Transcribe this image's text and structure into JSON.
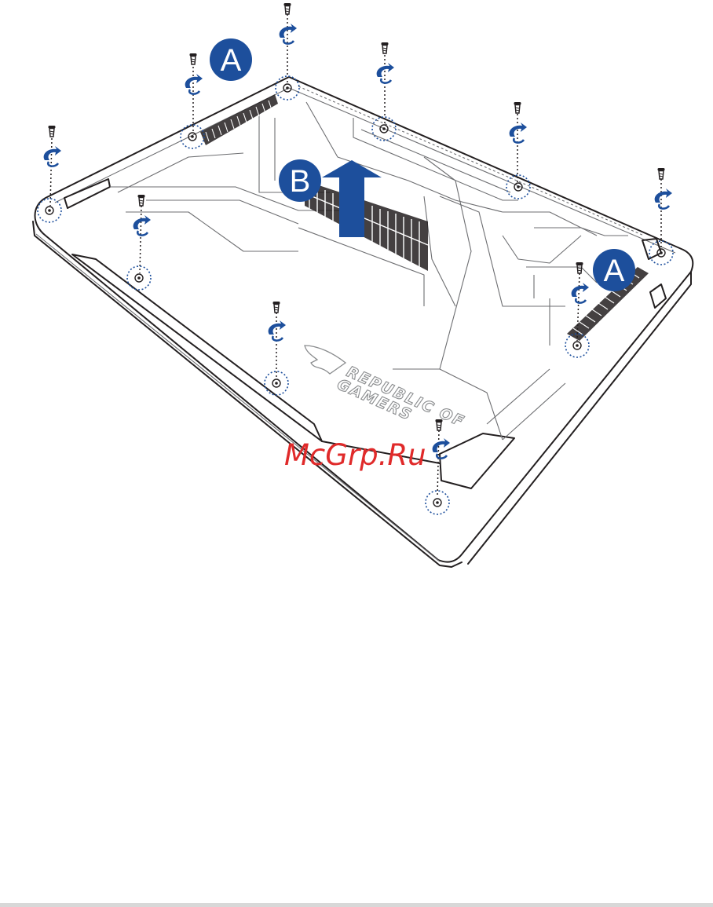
{
  "callouts": {
    "a_label": "A",
    "b_label": "B"
  },
  "logo": {
    "line1": "REPUBLIC OF",
    "line2": "GAMERS"
  },
  "watermark": "McGrp.Ru",
  "colors": {
    "callout_blue": "#1d4f9c",
    "outline": "#231f20",
    "detail_gray": "#6d6e71",
    "dotted_blue": "#1d4f9c",
    "watermark_red": "#e02a2a"
  },
  "icons": [
    "screw-icon",
    "screwdriver-rotate-icon",
    "arrow-up-icon",
    "rog-eye-logo-icon"
  ]
}
